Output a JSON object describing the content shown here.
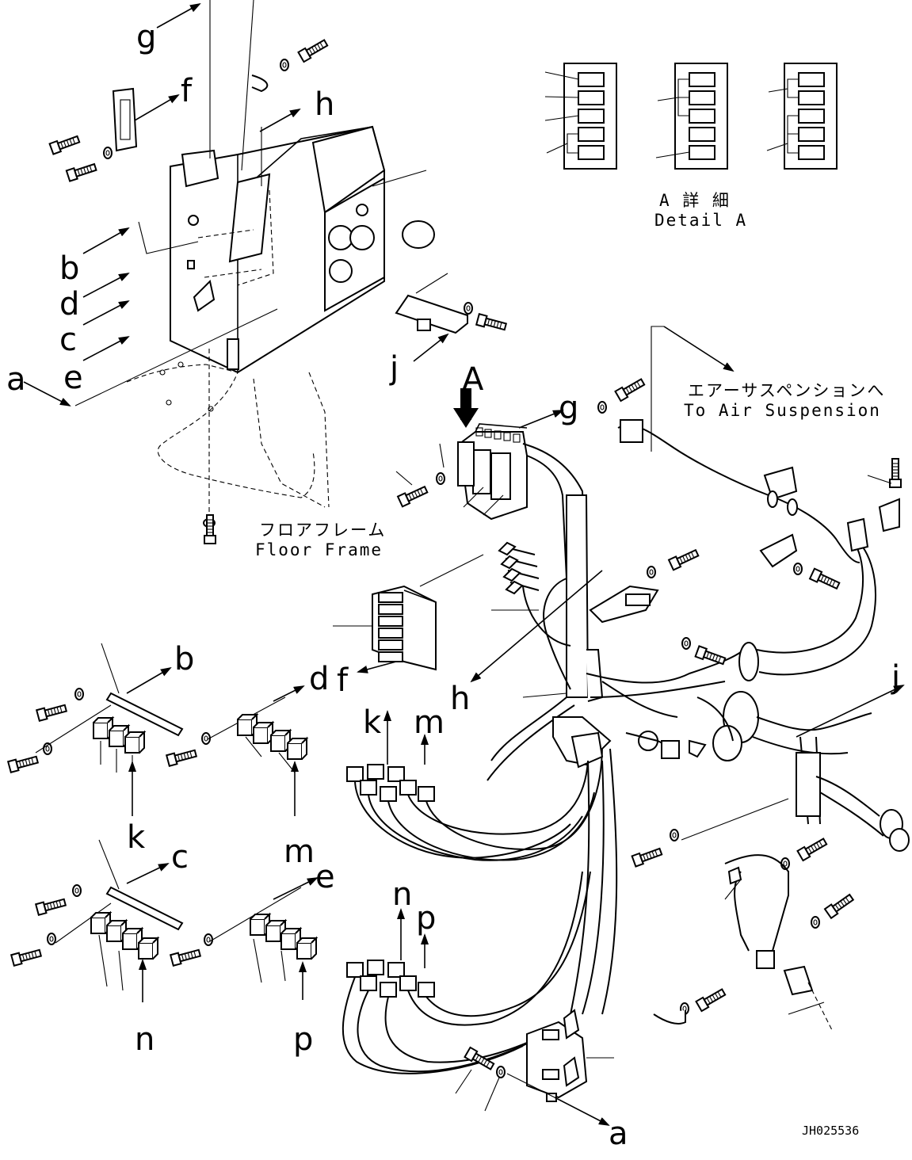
{
  "detail_caption": {
    "jp": "A 詳 細",
    "en": "Detail A"
  },
  "floor_frame": {
    "jp": "フロアフレーム",
    "en": "Floor Frame"
  },
  "air_suspension": {
    "jp": "エアーサスペンションへ",
    "en": "To Air Suspension"
  },
  "drawing_code": "JH025536",
  "callouts": {
    "A": "A",
    "a1": "a",
    "a2": "a",
    "b1": "b",
    "b2": "b",
    "c1": "c",
    "c2": "c",
    "d1": "d",
    "d2": "d",
    "e1": "e",
    "e2": "e",
    "f1": "f",
    "f2": "f",
    "g1": "g",
    "g2": "g",
    "h1": "h",
    "h2": "h",
    "j1": "j",
    "j2": "j",
    "k1": "k",
    "k2": "k",
    "m1": "m",
    "m2": "m",
    "n1": "n",
    "n2": "n",
    "p1": "p",
    "p2": "p"
  }
}
